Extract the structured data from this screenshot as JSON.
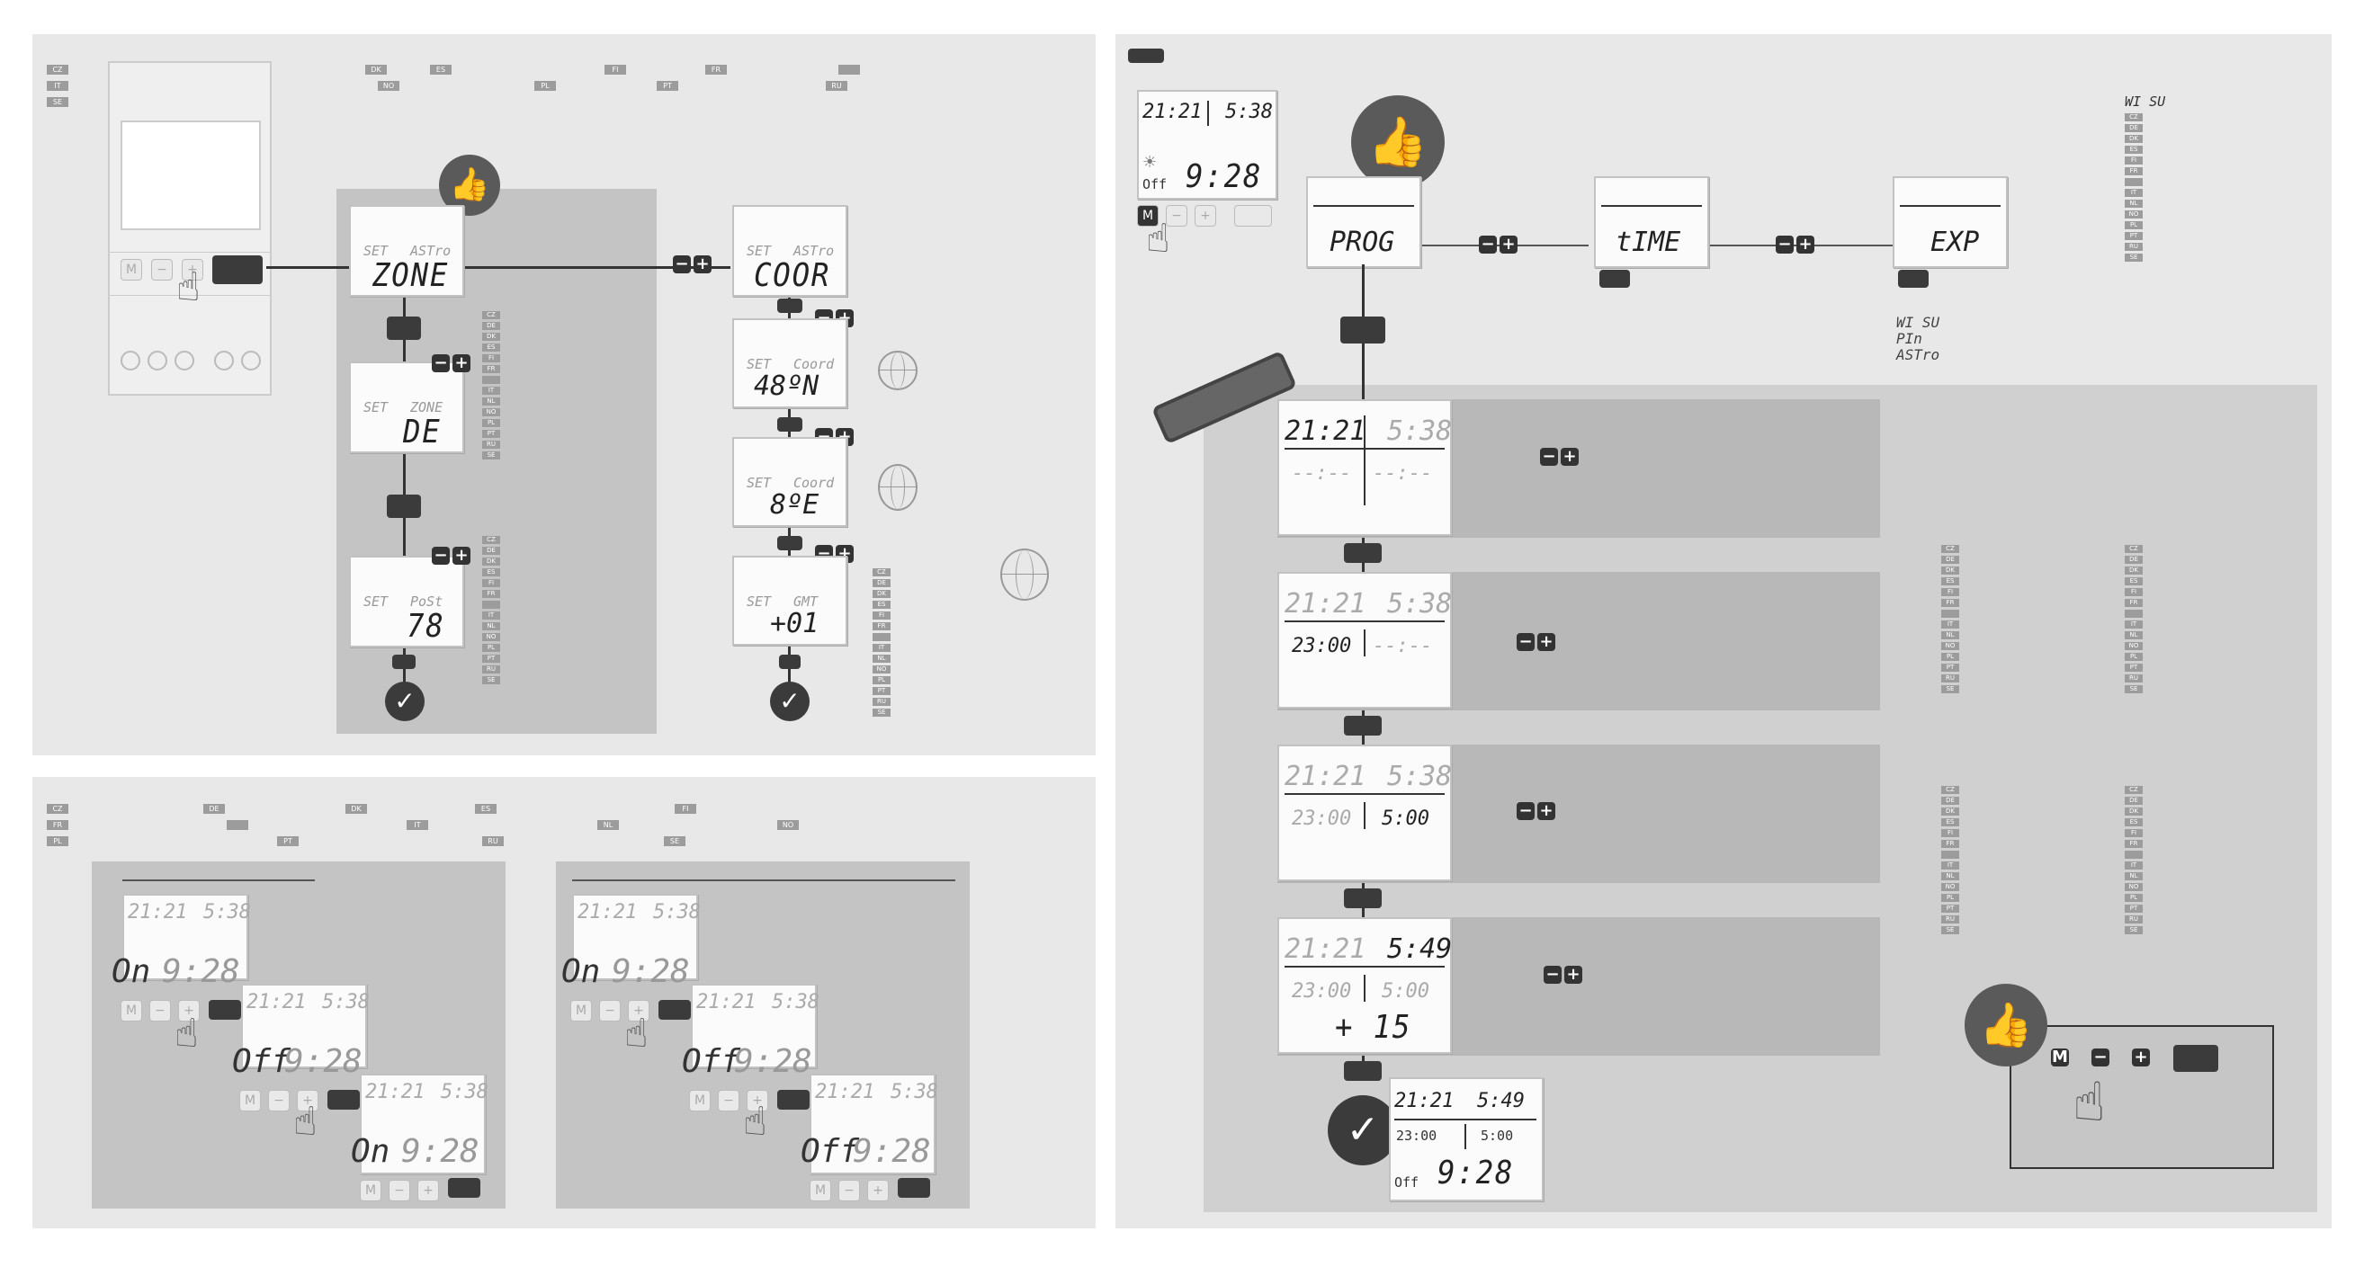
{
  "lang_codes": {
    "header1": [
      "CZ",
      "DE",
      "DK",
      "ES",
      "FI",
      "FR",
      "",
      "IT",
      "NL",
      "NO",
      "PL",
      "PT",
      "RU",
      "SE"
    ],
    "list_a": [
      "CZ",
      "DE",
      "DK",
      "ES",
      "FI",
      "FR",
      "",
      "IT",
      "NL",
      "NO",
      "PL",
      "PT",
      "RU",
      "SE"
    ]
  },
  "setup": {
    "zone": {
      "set": "SET",
      "astro": "ASTro",
      "main": "ZONE"
    },
    "zone_country": {
      "set": "SET",
      "zone": "ZONE",
      "main": "DE"
    },
    "zone_pos": {
      "set": "SET",
      "pos": "PoSt",
      "main": "78"
    },
    "coor": {
      "set": "SET",
      "astro": "ASTro",
      "main": "COOR"
    },
    "lat": {
      "set": "SET",
      "coord": "Coord",
      "main": "48ºN"
    },
    "lon": {
      "set": "SET",
      "coord": "Coord",
      "main": "8ºE"
    },
    "gmt": {
      "set": "SET",
      "gmt": "GMT",
      "main": "+01"
    }
  },
  "device": {
    "m": "M",
    "minus": "−",
    "plus": "+"
  },
  "main_display": {
    "sunrise": "21:21",
    "sunset": "5:38",
    "state": "Off",
    "time": "9:28"
  },
  "menu": {
    "prog": "PROG",
    "time": "tIME",
    "exp": "EXP"
  },
  "exp_options": [
    "WI SU",
    "PIn",
    "ASTro"
  ],
  "wisu_label": "WI SU",
  "steps": [
    {
      "sunrise": "21:21",
      "sunset": "5:38",
      "left": "--:--",
      "right": "--:--"
    },
    {
      "sunrise": "21:21",
      "sunset": "5:38",
      "left": "23:00",
      "right": "--:--"
    },
    {
      "sunrise": "21:21",
      "sunset": "5:38",
      "left": "23:00",
      "right": "5:00"
    },
    {
      "sunrise": "21:21",
      "sunset": "5:49",
      "left": "23:00",
      "right": "5:00",
      "offset": "+ 15"
    }
  ],
  "final_display": {
    "sunrise": "21:21",
    "sunset": "5:49",
    "left": "23:00",
    "right": "5:00",
    "state": "Off",
    "time": "9:28"
  },
  "manual": {
    "a1": {
      "sunrise": "21:21",
      "sunset": "5:38",
      "state": "On",
      "time": "9:28"
    },
    "a2": {
      "sunrise": "21:21",
      "sunset": "5:38",
      "state": "Off",
      "time": "9:28"
    },
    "a3": {
      "sunrise": "21:21",
      "sunset": "5:38",
      "state": "On",
      "time": "9:28"
    },
    "b1": {
      "sunrise": "21:21",
      "sunset": "5:38",
      "state": "On",
      "time": "9:28"
    },
    "b2": {
      "sunrise": "21:21",
      "sunset": "5:38",
      "state": "Off",
      "time": "9:28"
    },
    "b3": {
      "sunrise": "21:21",
      "sunset": "5:38",
      "state": "Off",
      "time": "9:28"
    }
  },
  "symbols": {
    "plus_minus": "−+",
    "check": "✓",
    "thumb": "👍",
    "hand": "☝"
  }
}
